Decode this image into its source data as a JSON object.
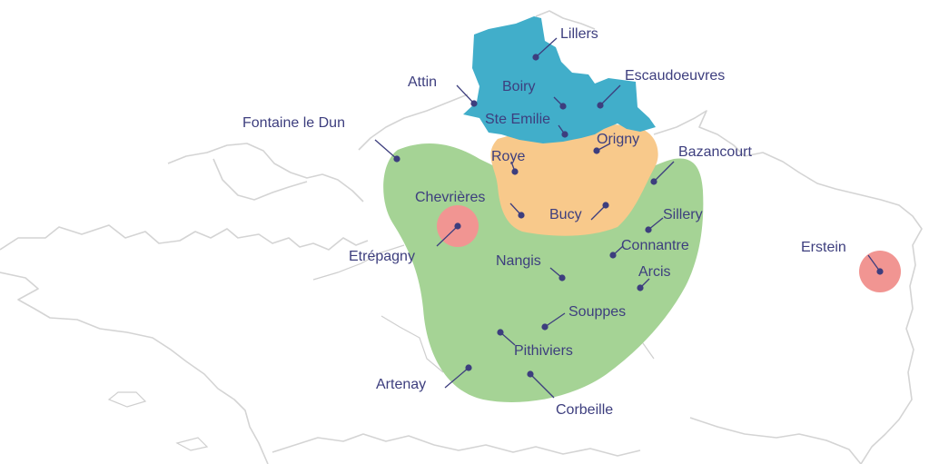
{
  "colors": {
    "label": "#3d3e7e",
    "blue_region": "#41aeca",
    "orange_region": "#f8c98b",
    "green_region": "#a5d395",
    "red_marker": "#f19592",
    "border": "#d4d4d4"
  },
  "sites": [
    {
      "id": "lillers",
      "name": "Lillers"
    },
    {
      "id": "attin",
      "name": "Attin"
    },
    {
      "id": "boiry",
      "name": "Boiry"
    },
    {
      "id": "escaudoeuvres",
      "name": "Escaudoeuvres"
    },
    {
      "id": "ste-emilie",
      "name": "Ste Emilie"
    },
    {
      "id": "fontaine-le-dun",
      "name": "Fontaine le Dun"
    },
    {
      "id": "origny",
      "name": "Origny"
    },
    {
      "id": "bazancourt",
      "name": "Bazancourt"
    },
    {
      "id": "roye",
      "name": "Roye"
    },
    {
      "id": "chevrieres",
      "name": "Chevrières"
    },
    {
      "id": "bucy",
      "name": "Bucy"
    },
    {
      "id": "sillery",
      "name": "Sillery"
    },
    {
      "id": "etrepagny",
      "name": "Etrépagny"
    },
    {
      "id": "connantre",
      "name": "Connantre"
    },
    {
      "id": "erstein",
      "name": "Erstein"
    },
    {
      "id": "nangis",
      "name": "Nangis"
    },
    {
      "id": "arcis",
      "name": "Arcis"
    },
    {
      "id": "souppes",
      "name": "Souppes"
    },
    {
      "id": "pithiviers",
      "name": "Pithiviers"
    },
    {
      "id": "artenay",
      "name": "Artenay"
    },
    {
      "id": "corbeille",
      "name": "Corbeille"
    }
  ]
}
